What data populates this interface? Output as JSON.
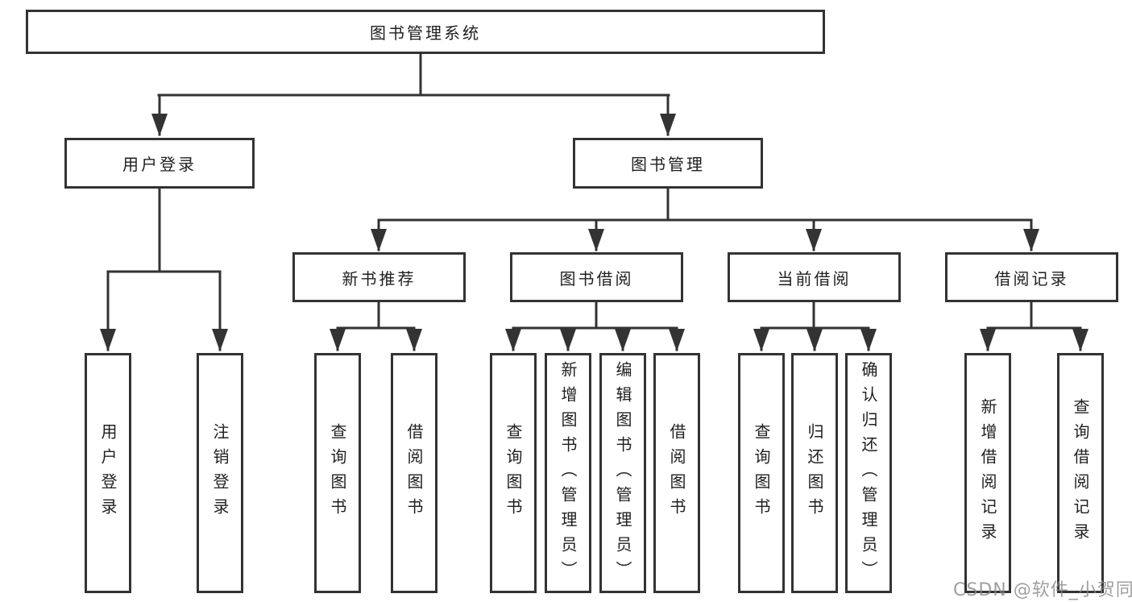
{
  "diagram": {
    "root": {
      "label": "图书管理系统"
    },
    "branches": [
      {
        "label": "用户登录",
        "children": [
          {
            "label": "用户登录"
          },
          {
            "label": "注销登录"
          }
        ]
      },
      {
        "label": "图书管理",
        "children": [
          {
            "label": "新书推荐",
            "children": [
              {
                "label": "查询图书"
              },
              {
                "label": "借阅图书"
              }
            ]
          },
          {
            "label": "图书借阅",
            "children": [
              {
                "label": "查询图书"
              },
              {
                "label": "新增图书（管理员）"
              },
              {
                "label": "编辑图书（管理员）"
              },
              {
                "label": "借阅图书"
              }
            ]
          },
          {
            "label": "当前借阅",
            "children": [
              {
                "label": "查询图书"
              },
              {
                "label": "归还图书"
              },
              {
                "label": "确认归还（管理员）"
              }
            ]
          },
          {
            "label": "借阅记录",
            "children": [
              {
                "label": "新增借阅记录"
              },
              {
                "label": "查询借阅记录"
              }
            ]
          }
        ]
      }
    ]
  },
  "watermark": {
    "text": "CSDN @软件_小贺同学"
  },
  "colors": {
    "line": "#333333",
    "text": "#1f1f1f",
    "background": "#ffffff",
    "watermark": "#878787"
  }
}
